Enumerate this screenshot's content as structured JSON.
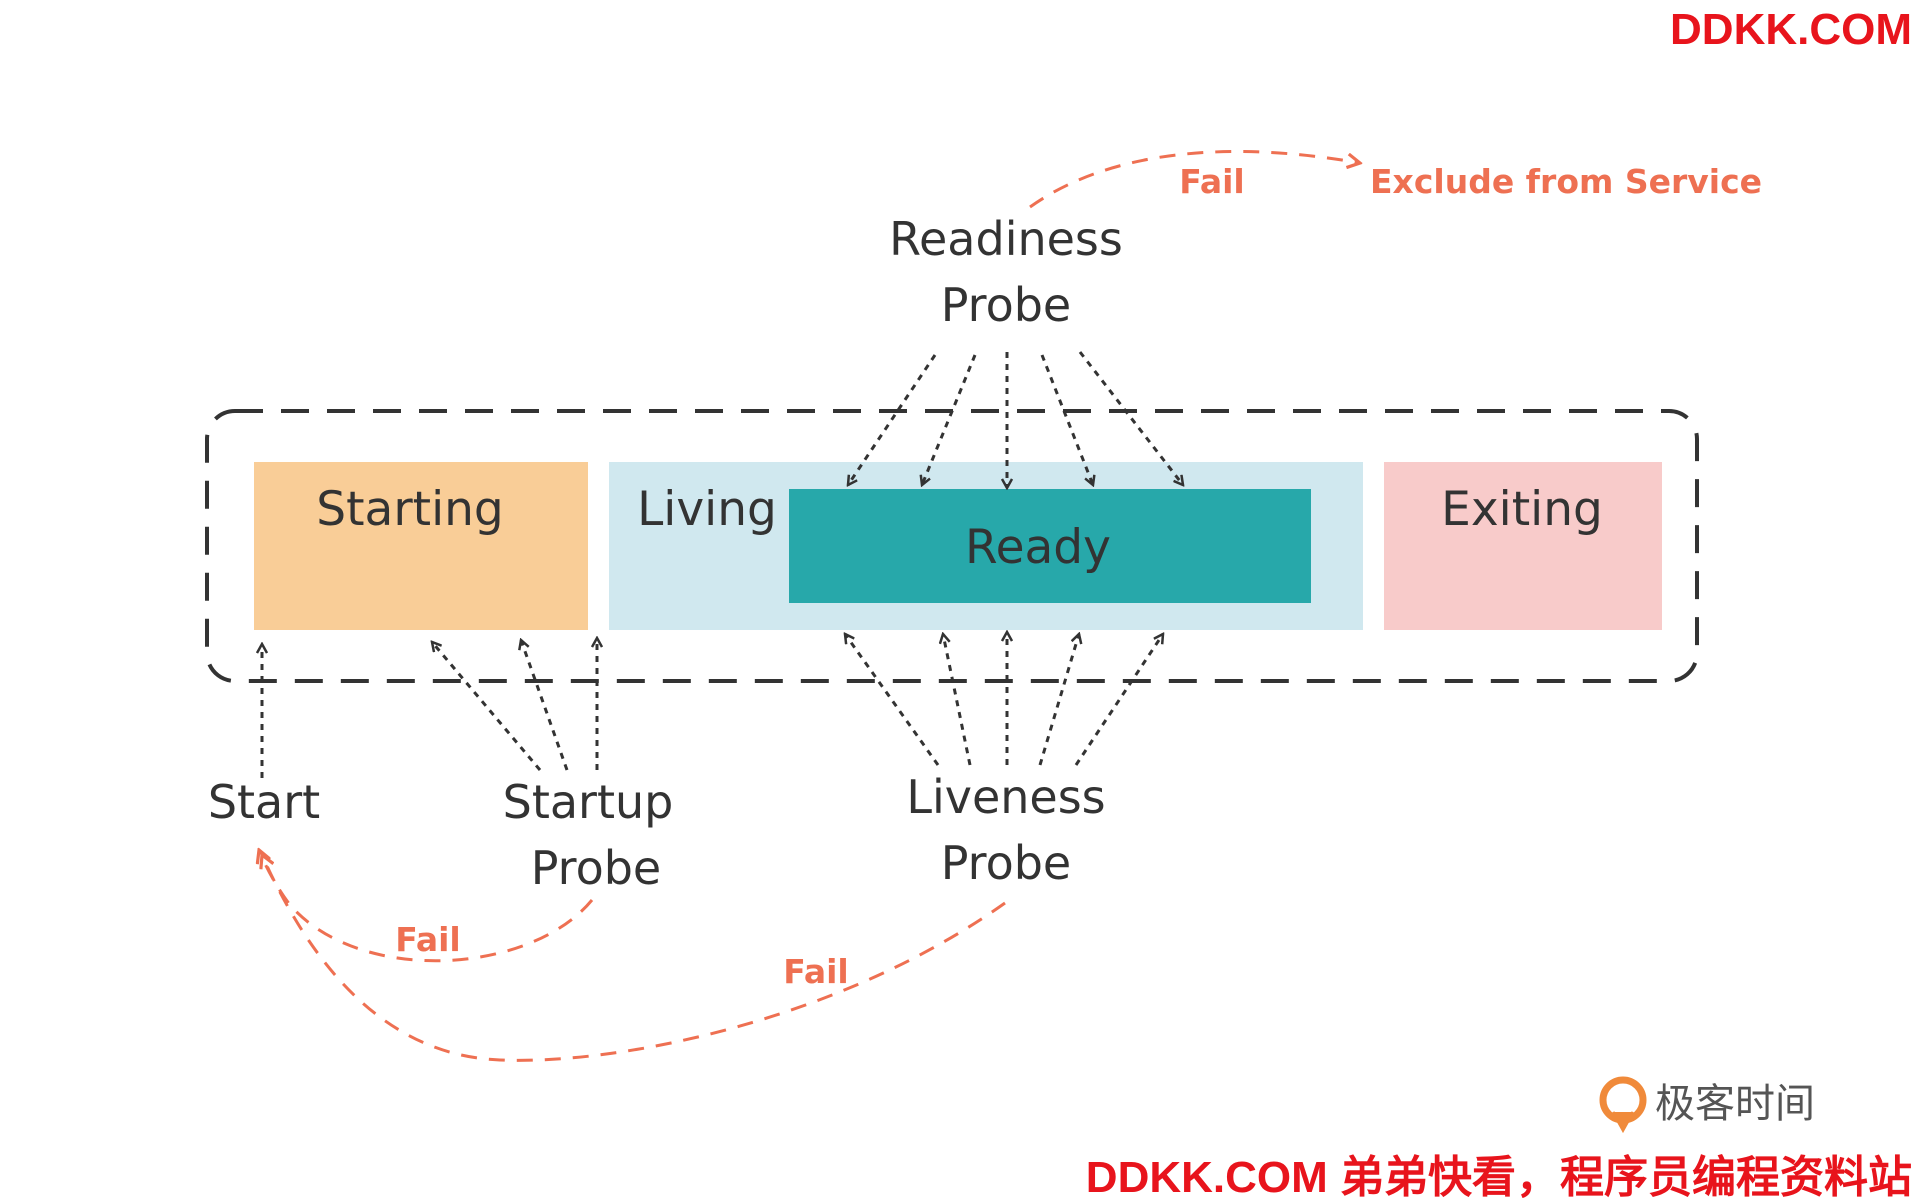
{
  "watermark": {
    "top": "DDKK.COM",
    "bottom": "DDKK.COM 弟弟快看，程序员编程资料站"
  },
  "logo": {
    "text": "极客时间",
    "icon": "geektime-logo-icon"
  },
  "states": {
    "starting": "Starting",
    "living": "Living",
    "ready": "Ready",
    "exiting": "Exiting"
  },
  "probes": {
    "readiness": [
      "Readiness",
      "Probe"
    ],
    "startup": [
      "Startup",
      "Probe"
    ],
    "liveness": [
      "Liveness",
      "Probe"
    ]
  },
  "start": "Start",
  "fail_labels": {
    "readiness": "Fail",
    "startup": "Fail",
    "liveness": "Fail"
  },
  "exclude": "Exclude from Service",
  "colors": {
    "starting": "#f9cd97",
    "living": "#d0e8ef",
    "ready": "#27a8aa",
    "exiting": "#f8cbca",
    "fail": "#ee7052",
    "arrow": "#333333",
    "watermark": "#e8141c"
  }
}
